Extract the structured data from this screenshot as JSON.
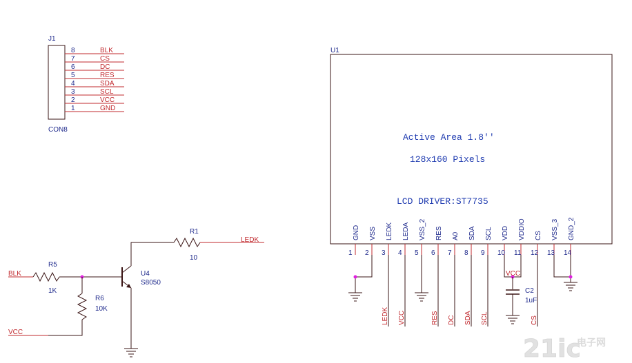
{
  "colors": {
    "wire_red": "#c0282d",
    "wire_dark": "#3a1414",
    "label_blue": "#1f2a8c",
    "label_red": "#c0282d",
    "junction": "#e020e0",
    "lcd_text": "#1f3bb0"
  },
  "connector": {
    "designator": "J1",
    "part": "CON8",
    "pins": [
      {
        "num": "8",
        "net": "BLK"
      },
      {
        "num": "7",
        "net": "CS"
      },
      {
        "num": "6",
        "net": "DC"
      },
      {
        "num": "5",
        "net": "RES"
      },
      {
        "num": "4",
        "net": "SDA"
      },
      {
        "num": "3",
        "net": "SCL"
      },
      {
        "num": "2",
        "net": "VCC"
      },
      {
        "num": "1",
        "net": "GND"
      }
    ]
  },
  "lcd": {
    "designator": "U1",
    "line1": "Active Area 1.8''",
    "line2": "128x160 Pixels",
    "line3": "LCD DRIVER:ST7735",
    "pins": [
      {
        "num": "1",
        "name": "GND"
      },
      {
        "num": "2",
        "name": "VSS"
      },
      {
        "num": "3",
        "name": "LEDK"
      },
      {
        "num": "4",
        "name": "LEDA"
      },
      {
        "num": "5",
        "name": "VSS_2"
      },
      {
        "num": "6",
        "name": "RES"
      },
      {
        "num": "7",
        "name": "A0"
      },
      {
        "num": "8",
        "name": "SDA"
      },
      {
        "num": "9",
        "name": "SCL"
      },
      {
        "num": "10",
        "name": "VDD"
      },
      {
        "num": "11",
        "name": "VDDIO"
      },
      {
        "num": "12",
        "name": "CS"
      },
      {
        "num": "13",
        "name": "VSS_3"
      },
      {
        "num": "14",
        "name": "GND_2"
      }
    ],
    "nets": [
      "LEDK",
      "VCC",
      "RES",
      "DC",
      "SDA",
      "SCL",
      "CS"
    ],
    "vcc_label": "VCC"
  },
  "c2": {
    "designator": "C2",
    "value": "1uF"
  },
  "backlight": {
    "r1": {
      "designator": "R1",
      "value": "10"
    },
    "r5": {
      "designator": "R5",
      "value": "1K"
    },
    "r6": {
      "designator": "R6",
      "value": "10K"
    },
    "u4": {
      "designator": "U4",
      "part": "S8050"
    },
    "net_ledk": "LEDK",
    "net_blk": "BLK",
    "net_vcc": "VCC"
  },
  "watermark": {
    "text": "21ic",
    "sub": "电子网"
  }
}
